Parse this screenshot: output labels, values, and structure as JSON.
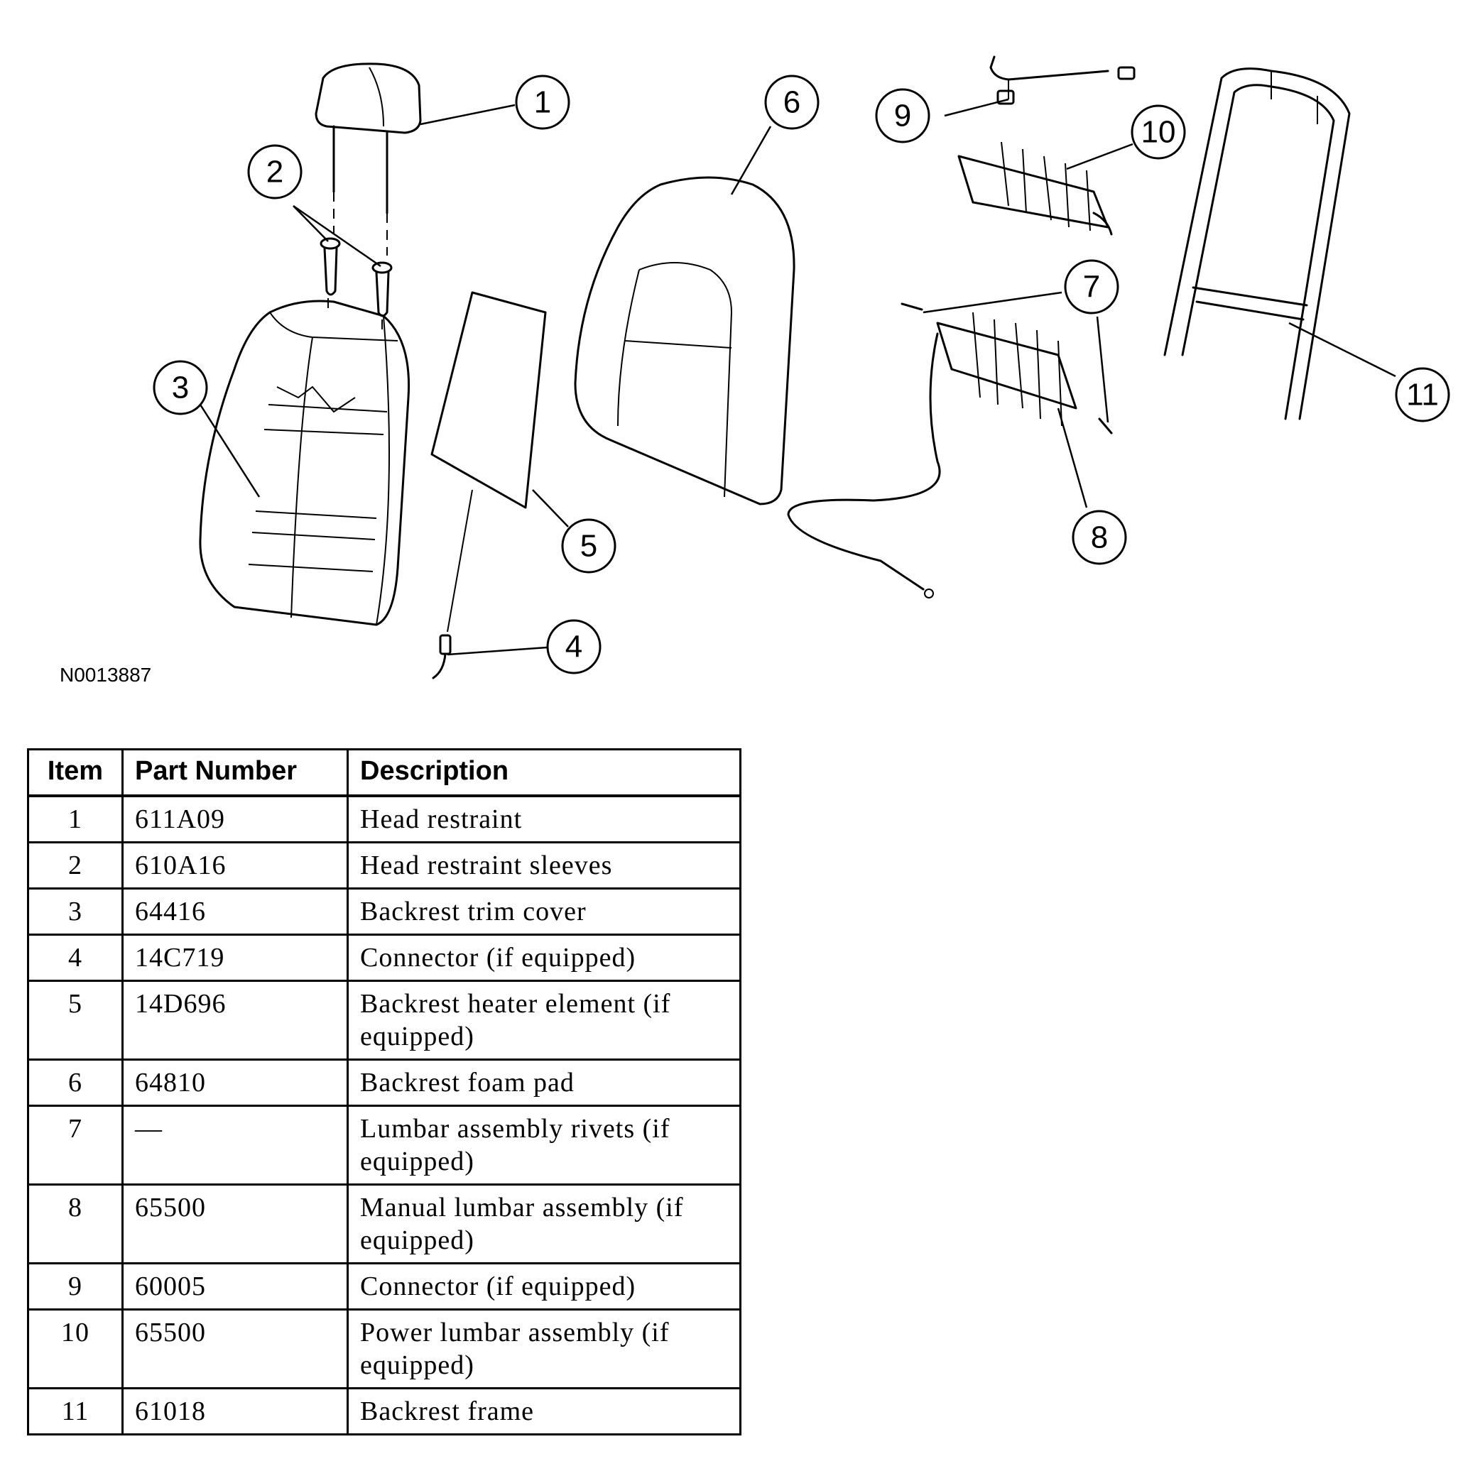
{
  "figure_id": "N0013887",
  "callouts": [
    "1",
    "2",
    "3",
    "4",
    "5",
    "6",
    "7",
    "8",
    "9",
    "10",
    "11"
  ],
  "table": {
    "headers": {
      "item": "Item",
      "part_number": "Part Number",
      "description": "Description"
    },
    "rows": [
      {
        "item": "1",
        "part_number": "611A09",
        "description": "Head restraint"
      },
      {
        "item": "2",
        "part_number": "610A16",
        "description": "Head restraint sleeves"
      },
      {
        "item": "3",
        "part_number": "64416",
        "description": "Backrest trim cover"
      },
      {
        "item": "4",
        "part_number": "14C719",
        "description": "Connector (if equipped)"
      },
      {
        "item": "5",
        "part_number": "14D696",
        "description": "Backrest heater element (if equipped)"
      },
      {
        "item": "6",
        "part_number": "64810",
        "description": "Backrest foam pad"
      },
      {
        "item": "7",
        "part_number": "—",
        "description": "Lumbar assembly rivets (if equipped)"
      },
      {
        "item": "8",
        "part_number": "65500",
        "description": "Manual lumbar assembly (if equipped)"
      },
      {
        "item": "9",
        "part_number": "60005",
        "description": "Connector (if equipped)"
      },
      {
        "item": "10",
        "part_number": "65500",
        "description": "Power lumbar assembly (if equipped)"
      },
      {
        "item": "11",
        "part_number": "61018",
        "description": "Backrest frame"
      }
    ]
  }
}
